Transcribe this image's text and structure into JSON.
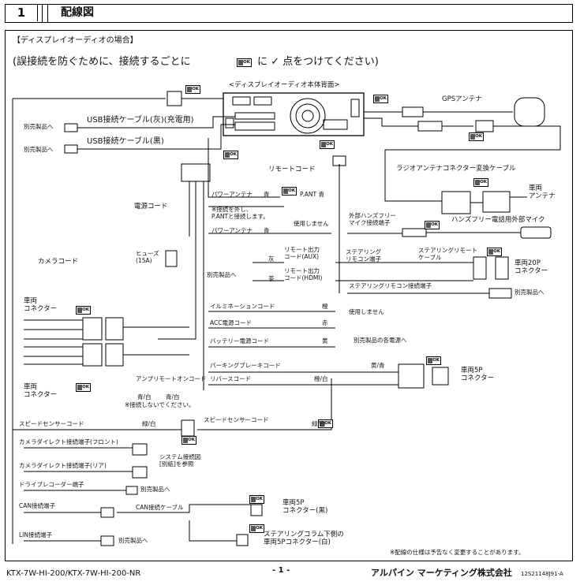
{
  "header": {
    "section_number": "1",
    "title": "配線図"
  },
  "headings": {
    "case_title": "【ディスプレイオーディオの場合】",
    "instruction_before": "(誤接続を防ぐために、接続するごとに",
    "instruction_after": "に ✓ 点をつけてください)",
    "back_label": "<ディスプレイオーディオ本体背面>"
  },
  "ok_label": "OK",
  "labels": {
    "sold_separately_1": "別売製品へ",
    "usb_gray": "USB接続ケーブル(灰)(充電用)",
    "sold_separately_2": "別売製品へ",
    "usb_black": "USB接続ケーブル(黒)",
    "gps_antenna": "GPSアンテナ",
    "remote_cord": "リモートコード",
    "radio_adapter": "ラジオアンテナコネクター変換ケーブル",
    "vehicle_antenna": "車両\nアンテナ",
    "power_cord": "電源コード",
    "power_antenna": "パワーアンテナ",
    "blue": "青",
    "pant_blue": "P.ANT 青",
    "remove_note": "※接続を外し、\nP.ANTと接続します。",
    "power_antenna2": "パワーアンテナ",
    "blue2": "青",
    "not_used": "使用しません",
    "handsfree_terminal": "外部ハンズフリー\nマイク接続端子",
    "handsfree_mic": "ハンズフリー電話用外部マイク",
    "fuse": "ヒューズ\n(15A)",
    "steering_terminal": "ステアリング\nリモコン端子",
    "steering_cable": "ステアリングリモート\nケーブル",
    "vehicle_20p": "車両20P\nコネクター",
    "camera_cord": "カメラコード",
    "gray": "灰",
    "remote_out_aux": "リモート出力\nコード(AUX)",
    "sold_separately_3": "別売製品へ",
    "brown": "茶",
    "remote_out_hdmi": "リモート出力\nコード(HDMI)",
    "steering_remote_terminal": "ステアリングリモコン接続端子",
    "sold_separately_4": "別売製品へ",
    "vehicle_connector_1": "車両\nコネクター",
    "illumination": "イルミネーションコード",
    "orange": "橙",
    "not_used2": "使用しません",
    "acc": "ACC電源コード",
    "red": "赤",
    "battery": "バッテリー電源コード",
    "yellow": "黄",
    "each_power": "別売製品の各電源へ",
    "vehicle_connector_2": "車両\nコネクター",
    "parking_brake": "パーキングブレーキコード",
    "yellow_blue": "黄/青",
    "vehicle_5p": "車両5P\nコネクター",
    "amp_remote": "アンプリモートオンコード",
    "reverse": "リバースコード",
    "orange_white": "橙/白",
    "blue_white_1": "青/白",
    "blue_white_2": "青/白",
    "no_connect": "※接続しないでください。",
    "speed_sensor_1": "スピードセンサーコード",
    "green_white_1": "緑/白",
    "speed_sensor_2": "スピードセンサーコード",
    "green_white_2": "緑/白",
    "cam_front": "カメラダイレクト接続端子(フロント)",
    "cam_rear": "カメラダイレクト接続端子(リア)",
    "system_diagram": "システム接続図\n[別紙]を参照",
    "drive_recorder": "ドライブレコーダー端子",
    "sold_separately_5": "別売製品へ",
    "can_terminal": "CAN接続端子",
    "can_cable": "CAN接続ケーブル",
    "vehicle_5p_black": "車両5P\nコネクター(黒)",
    "lin_terminal": "LIN接続端子",
    "sold_separately_6": "別売製品へ",
    "steering_column": "ステアリングコラム下側の\n車両5Pコネクター(白)",
    "spec_note": "※配線の仕様は予告なく変更することがあります。"
  },
  "footer": {
    "model": "KTX-7W-HI-200/KTX-7W-HI-200-NR",
    "page": "- 1 -",
    "company": "アルパイン マーケティング株式会社",
    "doc_code": "12S21148J91-A"
  }
}
